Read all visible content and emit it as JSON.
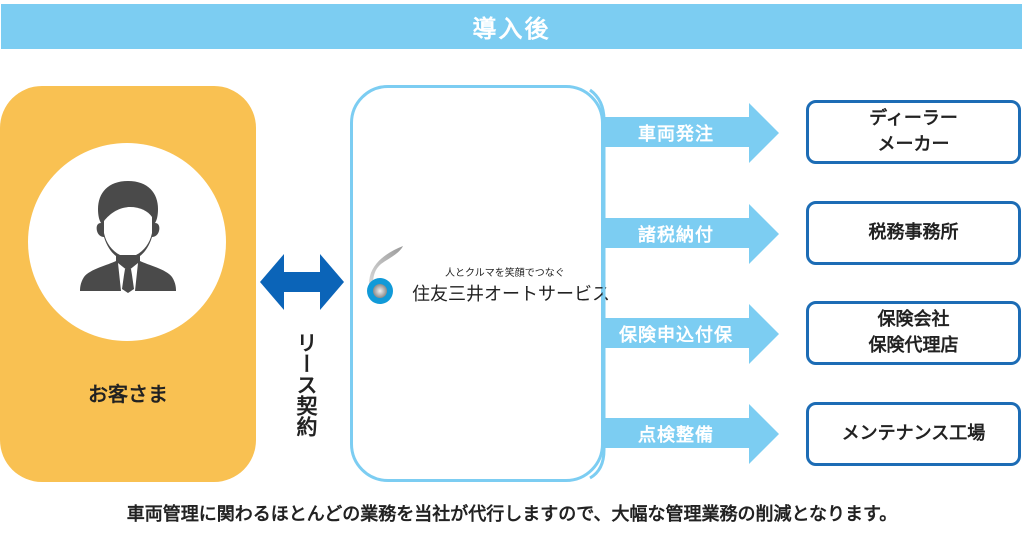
{
  "header": {
    "title": "導入後"
  },
  "customer": {
    "label": "お客さま",
    "icon": "person-icon"
  },
  "lease": {
    "label": "リース契約",
    "icon": "double-arrow-icon"
  },
  "company": {
    "tagline": "人とクルマを笑顔でつなぐ",
    "name": "住友三井オートサービス",
    "icon": "company-logo-icon"
  },
  "flows": [
    {
      "label": "車両発注",
      "destination": [
        "ディーラー",
        "メーカー"
      ]
    },
    {
      "label": "諸税納付",
      "destination": [
        "税務事務所"
      ]
    },
    {
      "label": "保険申込付保",
      "destination": [
        "保険会社",
        "保険代理店"
      ]
    },
    {
      "label": "点検整備",
      "destination": [
        "メンテナンス工場"
      ]
    }
  ],
  "footer": {
    "text": "車両管理に関わるほとんどの業務を当社が代行しますので、大幅な管理業務の削減となります。"
  },
  "colors": {
    "header": "#7ccdf2",
    "customer_panel": "#f9c152",
    "flow_arrow": "#7ccdf2",
    "lease_arrow": "#0b64b8",
    "dest_border": "#1c6cb5"
  }
}
